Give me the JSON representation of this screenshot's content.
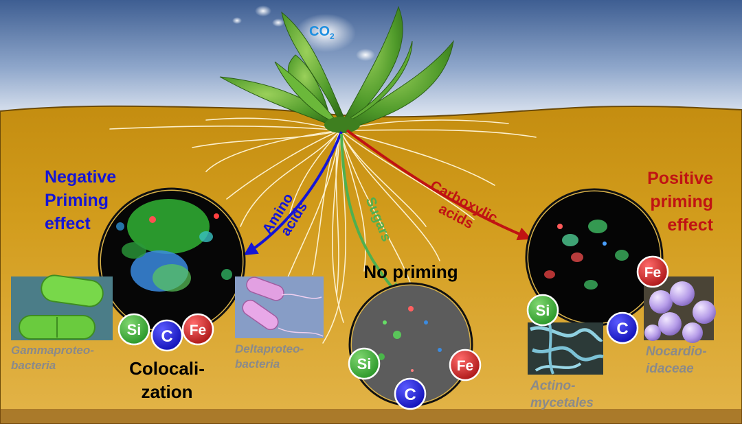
{
  "atmosphere": {
    "co2_main": "CO",
    "co2_sub": "2"
  },
  "exudates": {
    "amino_line1": "Amino",
    "amino_line2": "acids",
    "sugars": "Sugars",
    "carboxylic_line1": "Carboxylic",
    "carboxylic_line2": "acids"
  },
  "effects": {
    "negative": [
      "Negative",
      "Priming",
      "effect"
    ],
    "positive": [
      "Positive",
      "priming",
      "effect"
    ],
    "none": "No priming"
  },
  "colocalization": [
    "Colocali-",
    "zation"
  ],
  "elements": {
    "si": "Si",
    "c": "C",
    "fe": "Fe"
  },
  "bacteria": {
    "gamma": [
      "Gammaproteo-",
      "bacteria"
    ],
    "delta": [
      "Deltaproteo-",
      "bacteria"
    ],
    "actino": [
      "Actino-",
      "mycetales"
    ],
    "nocardio": [
      "Nocardio-",
      "idaceae"
    ]
  },
  "colors": {
    "sky_top": "#3e5e92",
    "sky_bottom": "#e9eef6",
    "soil": "#d19a1a",
    "soil_dark": "#b98510",
    "negative": "#1515d6",
    "positive": "#c01313",
    "sugars": "#4fb04f",
    "caption_grey": "#8a8a8a",
    "si_green": "#3aa83a",
    "c_blue": "#1a1acc",
    "fe_red": "#c42020"
  }
}
